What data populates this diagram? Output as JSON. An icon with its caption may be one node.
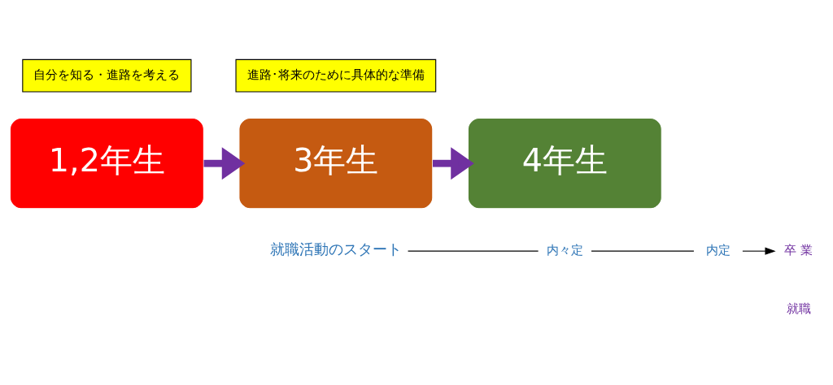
{
  "diagram": {
    "nodes": [
      {
        "text": [
          "自分を知る・進路を考える"
        ]
      },
      {
        "text": [
          "進路･将来のために具体的な準備"
        ]
      },
      {
        "text": [
          "1,2年生"
        ]
      },
      {
        "text": [
          "3年生"
        ]
      },
      {
        "text": [
          "4年生"
        ]
      },
      {
        "text": [
          "就職活動のスタート"
        ]
      },
      {
        "text": [
          "内々定"
        ]
      },
      {
        "text": [
          "内定"
        ]
      },
      {
        "text": [
          "卒 業"
        ]
      },
      {
        "text": [
          "就職"
        ]
      }
    ],
    "edges": [
      {
        "from": 2,
        "to": 3,
        "arrow": "to",
        "style": "thick",
        "color": "#7030a0"
      },
      {
        "from": 3,
        "to": 4,
        "arrow": "to",
        "style": "thick",
        "color": "#7030a0"
      },
      {
        "from": 5,
        "to": 6,
        "arrow": "none"
      },
      {
        "from": 6,
        "to": 7,
        "arrow": "none"
      },
      {
        "from": 7,
        "to": 8,
        "arrow": "to"
      }
    ]
  }
}
